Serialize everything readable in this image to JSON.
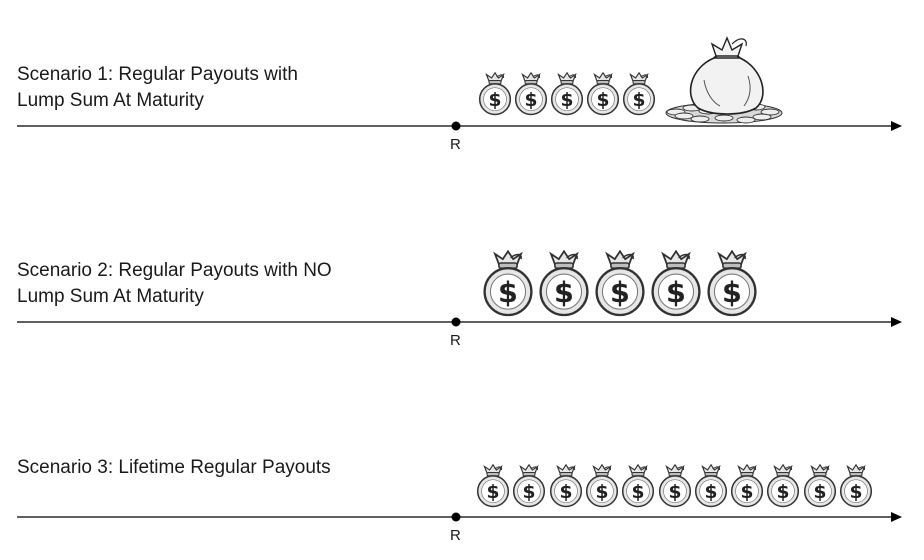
{
  "scenarios": [
    {
      "title_lines": [
        "Scenario 1: Regular Payouts with",
        "Lump Sum At Maturity"
      ],
      "marker": "R",
      "payout_bags": 5,
      "bag_symbol": "$",
      "lump_sum": true
    },
    {
      "title_lines": [
        "Scenario 2: Regular Payouts with NO",
        "Lump Sum At Maturity"
      ],
      "marker": "R",
      "payout_bags": 5,
      "bag_symbol": "$",
      "lump_sum": false
    },
    {
      "title_lines": [
        "Scenario 3: Lifetime Regular Payouts"
      ],
      "marker": "R",
      "payout_bags": 11,
      "bag_symbol": "$",
      "lump_sum": false
    }
  ],
  "colors": {
    "line": "#000000",
    "bag_fill": "#e6e6e6",
    "bag_stroke": "#333333"
  },
  "icons": {
    "payout": "money-bag-icon",
    "lump_sum": "treasure-sack-icon"
  }
}
